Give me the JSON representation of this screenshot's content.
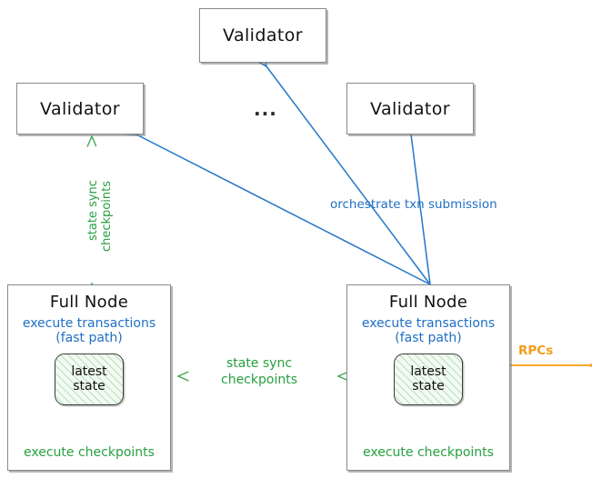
{
  "diagram": {
    "title": "Sui Full Node and Validator network architecture",
    "colors": {
      "blue": "#1f6fc4",
      "green": "#27a03f",
      "orange": "#f59c1a",
      "box_border": "#8a8a8a",
      "text": "#111111",
      "background": "#ffffff"
    },
    "validators": [
      {
        "id": "validator-top",
        "label": "Validator"
      },
      {
        "id": "validator-left",
        "label": "Validator"
      },
      {
        "id": "validator-right",
        "label": "Validator"
      }
    ],
    "ellipsis": "...",
    "full_nodes": [
      {
        "id": "full-node-left",
        "title": "Full Node",
        "fast_path_line1": "execute transactions",
        "fast_path_line2": "(fast path)",
        "state_line1": "latest",
        "state_line2": "state",
        "execute_checkpoints": "execute checkpoints"
      },
      {
        "id": "full-node-right",
        "title": "Full Node",
        "fast_path_line1": "execute transactions",
        "fast_path_line2": "(fast path)",
        "state_line1": "latest",
        "state_line2": "state",
        "execute_checkpoints": "execute checkpoints"
      }
    ],
    "edges": {
      "orchestrate": "orchestrate txn submission",
      "state_sync_vertical_line1": "state sync",
      "state_sync_vertical_line2": "checkpoints",
      "state_sync_mid_line1": "state sync",
      "state_sync_mid_line2": "checkpoints",
      "rpcs": "RPCs"
    }
  }
}
